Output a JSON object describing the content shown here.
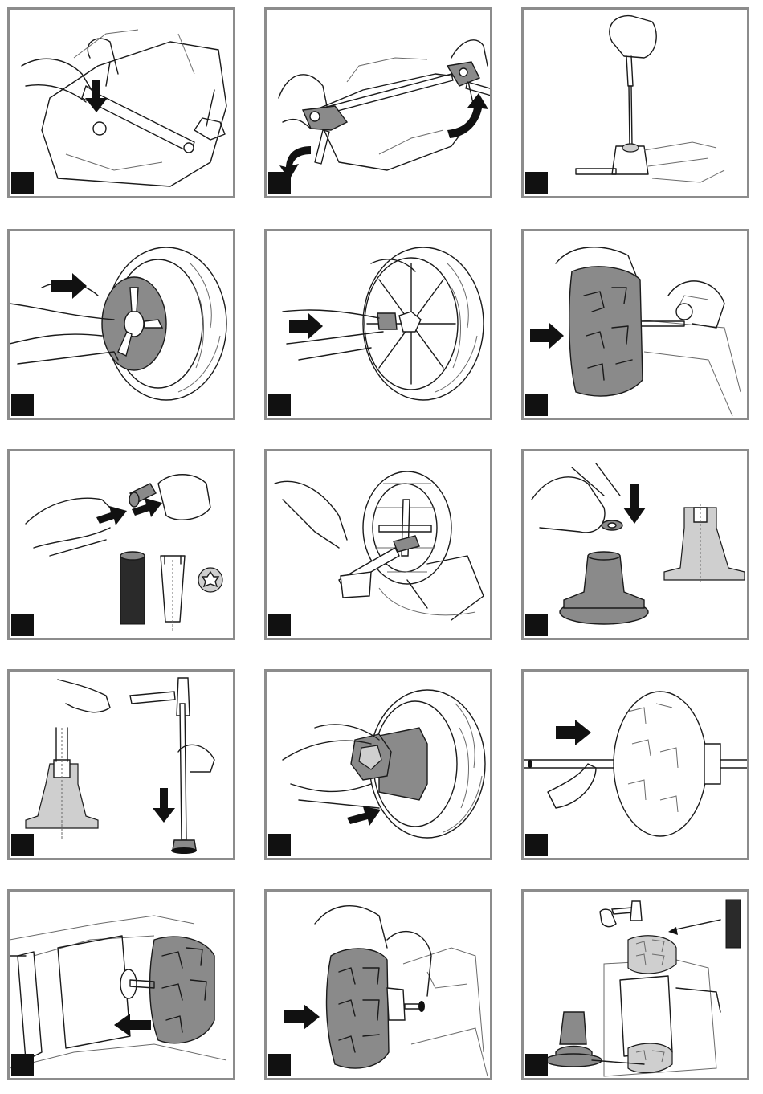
{
  "page": {
    "panels": [
      {
        "id": "p1",
        "arrow": "down"
      },
      {
        "id": "p2",
        "arrow": "curved"
      },
      {
        "id": "p3",
        "arrow": "none"
      },
      {
        "id": "p4",
        "arrow": "right"
      },
      {
        "id": "p5",
        "arrow": "right"
      },
      {
        "id": "p6",
        "arrow": "right"
      },
      {
        "id": "p7",
        "arrow": "left"
      },
      {
        "id": "p8",
        "arrow": "none"
      },
      {
        "id": "p9",
        "arrow": "down"
      },
      {
        "id": "p10",
        "arrow": "down"
      },
      {
        "id": "p11",
        "arrow": "right"
      },
      {
        "id": "p12",
        "arrow": "right"
      },
      {
        "id": "p13",
        "arrow": "left"
      },
      {
        "id": "p14",
        "arrow": "right"
      },
      {
        "id": "p15",
        "arrow": "left"
      }
    ],
    "colors": {
      "border": "#8c8c8c",
      "ink": "#1a1a1a",
      "step_box": "#111111",
      "part_gray": "#8a8a8a",
      "light_gray": "#cfcfcf"
    }
  }
}
